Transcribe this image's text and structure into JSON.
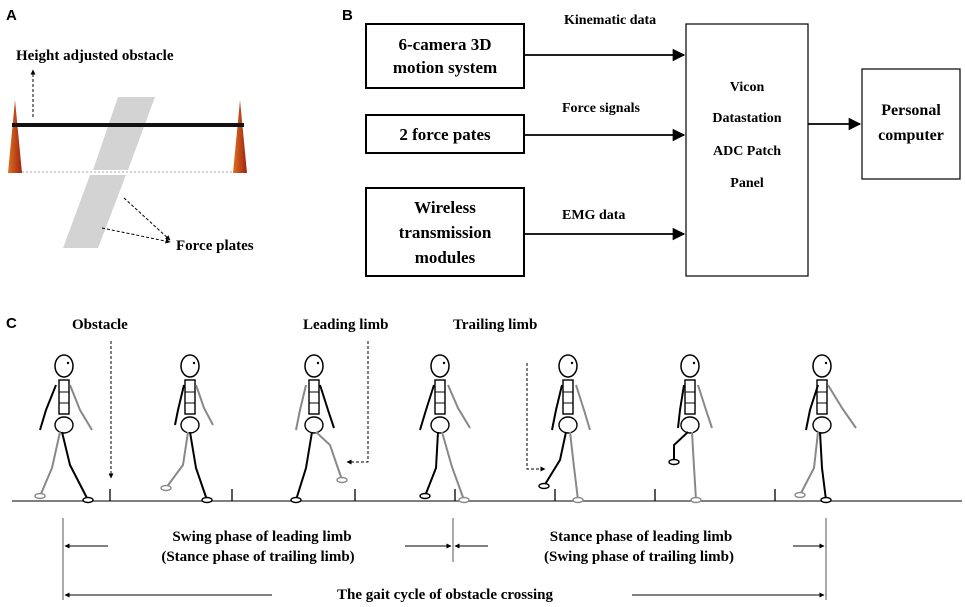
{
  "panels": {
    "a": "A",
    "b": "B",
    "c": "C"
  },
  "panel_a": {
    "obstacle_label": "Height adjusted obstacle",
    "plates_label": "Force plates"
  },
  "panel_b": {
    "box_camera": [
      "6-camera 3D",
      "motion system"
    ],
    "box_force": "2 force pates",
    "box_wireless": [
      "Wireless",
      "transmission",
      "modules"
    ],
    "box_vicon": [
      "Vicon",
      "Datastation",
      "ADC Patch",
      "Panel"
    ],
    "box_pc": [
      "Personal",
      "computer"
    ],
    "edge_kinematic": "Kinematic data",
    "edge_force": "Force signals",
    "edge_emg": "EMG data"
  },
  "panel_c": {
    "label_obstacle": "Obstacle",
    "label_leading": "Leading limb",
    "label_trailing": "Trailing limb",
    "swing_phase": [
      "Swing phase of leading limb",
      "(Stance phase of trailing limb)"
    ],
    "stance_phase": [
      "Stance phase of leading limb",
      "(Swing phase of trailing limb)"
    ],
    "gait_cycle": "The gait cycle of obstacle crossing"
  },
  "colors": {
    "ink": "#000000",
    "trailing_leg": "#888888",
    "force_plate": "#d3d3d3",
    "obstacle_post": "#b5321a"
  }
}
